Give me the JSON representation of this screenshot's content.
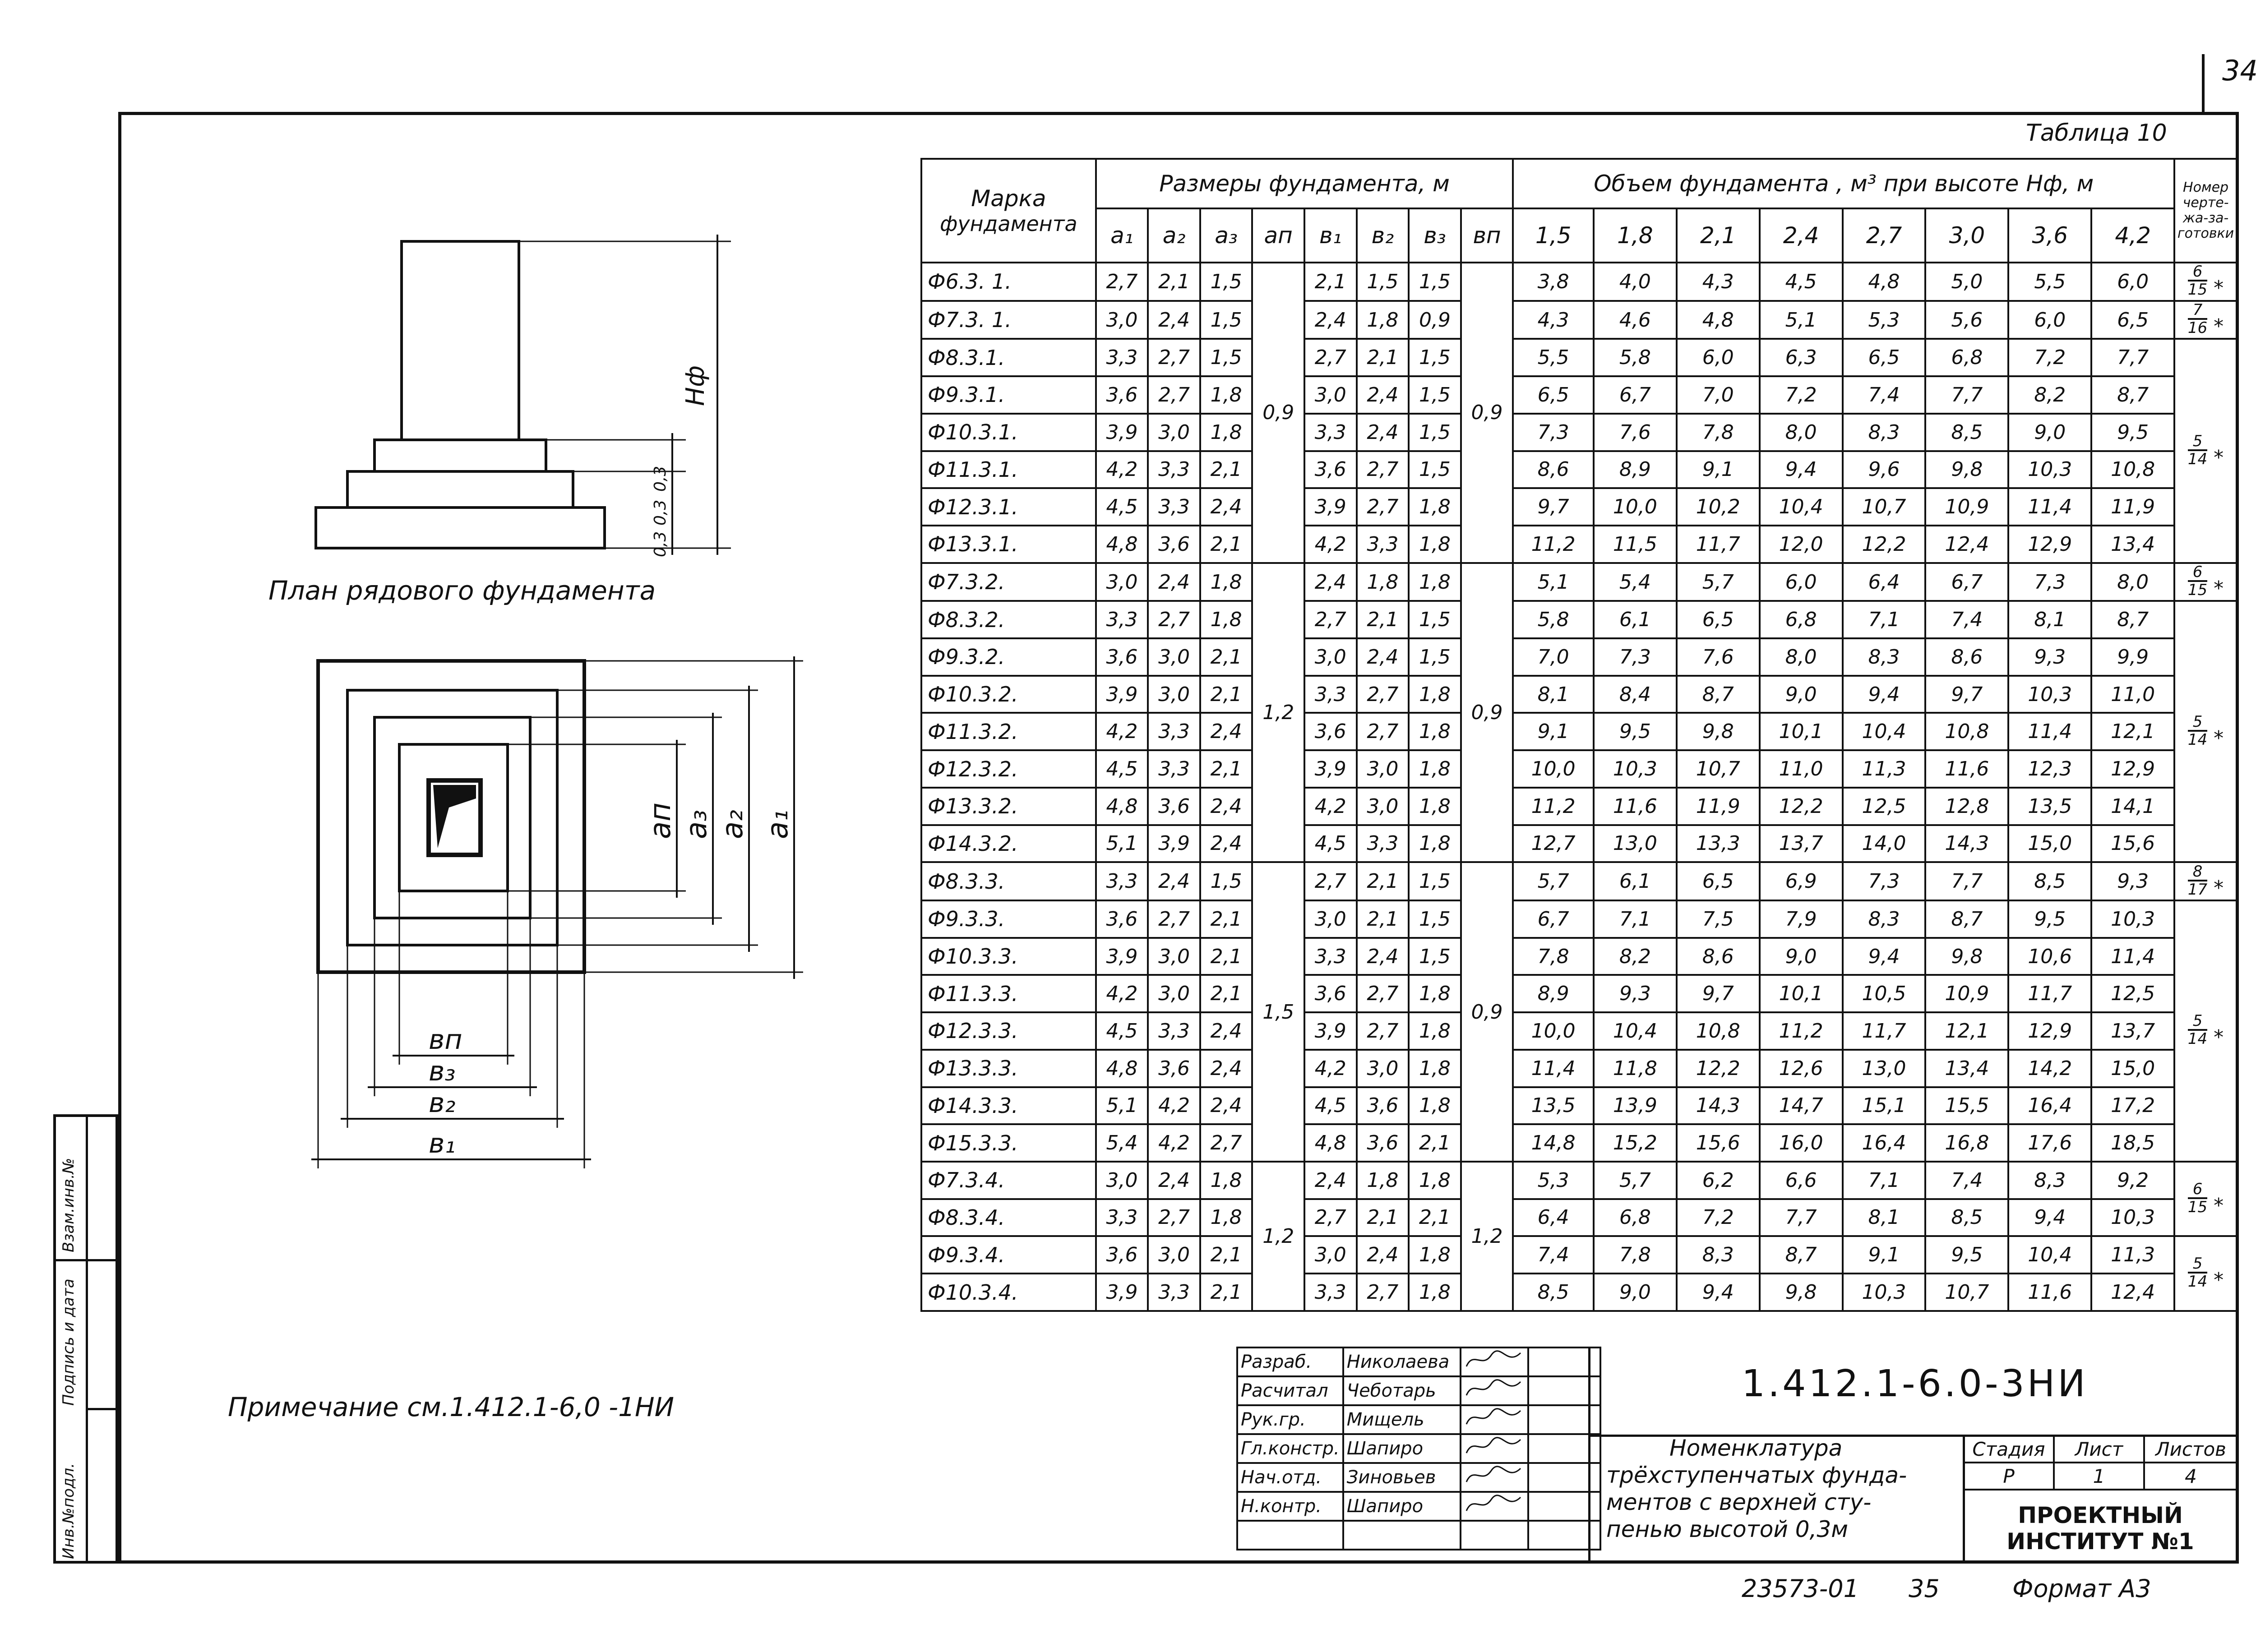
{
  "page_number": "34",
  "table_title": "Таблица  10",
  "headers": {
    "mark_line1": "Марка",
    "mark_line2": "фундамента",
    "dims_group": "Размеры  фундамента, м",
    "volume_group": "Объем   фундамента , м³ при высоте    Нф, м",
    "drawing_no": "Номер черте-жа-за-готовки",
    "dim_cols": [
      "a₁",
      "a₂",
      "a₃",
      "aп",
      "в₁",
      "в₂",
      "в₃",
      "вп"
    ],
    "vol_cols": [
      "1,5",
      "1,8",
      "2,1",
      "2,4",
      "2,7",
      "3,0",
      "3,6",
      "4,2"
    ]
  },
  "rows": [
    {
      "mark": "Ф6.3. 1.",
      "a1": "2,7",
      "a2": "2,1",
      "a3": "1,5",
      "b1": "2,1",
      "b2": "1,5",
      "b3": "1,5",
      "v": [
        "3,8",
        "4,0",
        "4,3",
        "4,5",
        "4,8",
        "5,0",
        "5,5",
        "6,0"
      ]
    },
    {
      "mark": "Ф7.3. 1.",
      "a1": "3,0",
      "a2": "2,4",
      "a3": "1,5",
      "b1": "2,4",
      "b2": "1,8",
      "b3": "0,9",
      "v": [
        "4,3",
        "4,6",
        "4,8",
        "5,1",
        "5,3",
        "5,6",
        "6,0",
        "6,5"
      ]
    },
    {
      "mark": "Ф8.3.1.",
      "a1": "3,3",
      "a2": "2,7",
      "a3": "1,5",
      "b1": "2,7",
      "b2": "2,1",
      "b3": "1,5",
      "v": [
        "5,5",
        "5,8",
        "6,0",
        "6,3",
        "6,5",
        "6,8",
        "7,2",
        "7,7"
      ]
    },
    {
      "mark": "Ф9.3.1.",
      "a1": "3,6",
      "a2": "2,7",
      "a3": "1,8",
      "b1": "3,0",
      "b2": "2,4",
      "b3": "1,5",
      "v": [
        "6,5",
        "6,7",
        "7,0",
        "7,2",
        "7,4",
        "7,7",
        "8,2",
        "8,7"
      ]
    },
    {
      "mark": "Ф10.3.1.",
      "a1": "3,9",
      "a2": "3,0",
      "a3": "1,8",
      "b1": "3,3",
      "b2": "2,4",
      "b3": "1,5",
      "v": [
        "7,3",
        "7,6",
        "7,8",
        "8,0",
        "8,3",
        "8,5",
        "9,0",
        "9,5"
      ]
    },
    {
      "mark": "Ф11.3.1.",
      "a1": "4,2",
      "a2": "3,3",
      "a3": "2,1",
      "b1": "3,6",
      "b2": "2,7",
      "b3": "1,5",
      "v": [
        "8,6",
        "8,9",
        "9,1",
        "9,4",
        "9,6",
        "9,8",
        "10,3",
        "10,8"
      ]
    },
    {
      "mark": "Ф12.3.1.",
      "a1": "4,5",
      "a2": "3,3",
      "a3": "2,4",
      "b1": "3,9",
      "b2": "2,7",
      "b3": "1,8",
      "v": [
        "9,7",
        "10,0",
        "10,2",
        "10,4",
        "10,7",
        "10,9",
        "11,4",
        "11,9"
      ]
    },
    {
      "mark": "Ф13.3.1.",
      "a1": "4,8",
      "a2": "3,6",
      "a3": "2,1",
      "b1": "4,2",
      "b2": "3,3",
      "b3": "1,8",
      "v": [
        "11,2",
        "11,5",
        "11,7",
        "12,0",
        "12,2",
        "12,4",
        "12,9",
        "13,4"
      ]
    },
    {
      "mark": "Ф7.3.2.",
      "a1": "3,0",
      "a2": "2,4",
      "a3": "1,8",
      "b1": "2,4",
      "b2": "1,8",
      "b3": "1,8",
      "v": [
        "5,1",
        "5,4",
        "5,7",
        "6,0",
        "6,4",
        "6,7",
        "7,3",
        "8,0"
      ]
    },
    {
      "mark": "Ф8.3.2.",
      "a1": "3,3",
      "a2": "2,7",
      "a3": "1,8",
      "b1": "2,7",
      "b2": "2,1",
      "b3": "1,5",
      "v": [
        "5,8",
        "6,1",
        "6,5",
        "6,8",
        "7,1",
        "7,4",
        "8,1",
        "8,7"
      ]
    },
    {
      "mark": "Ф9.3.2.",
      "a1": "3,6",
      "a2": "3,0",
      "a3": "2,1",
      "b1": "3,0",
      "b2": "2,4",
      "b3": "1,5",
      "v": [
        "7,0",
        "7,3",
        "7,6",
        "8,0",
        "8,3",
        "8,6",
        "9,3",
        "9,9"
      ]
    },
    {
      "mark": "Ф10.3.2.",
      "a1": "3,9",
      "a2": "3,0",
      "a3": "2,1",
      "b1": "3,3",
      "b2": "2,7",
      "b3": "1,8",
      "v": [
        "8,1",
        "8,4",
        "8,7",
        "9,0",
        "9,4",
        "9,7",
        "10,3",
        "11,0"
      ]
    },
    {
      "mark": "Ф11.3.2.",
      "a1": "4,2",
      "a2": "3,3",
      "a3": "2,4",
      "b1": "3,6",
      "b2": "2,7",
      "b3": "1,8",
      "v": [
        "9,1",
        "9,5",
        "9,8",
        "10,1",
        "10,4",
        "10,8",
        "11,4",
        "12,1"
      ]
    },
    {
      "mark": "Ф12.3.2.",
      "a1": "4,5",
      "a2": "3,3",
      "a3": "2,1",
      "b1": "3,9",
      "b2": "3,0",
      "b3": "1,8",
      "v": [
        "10,0",
        "10,3",
        "10,7",
        "11,0",
        "11,3",
        "11,6",
        "12,3",
        "12,9"
      ]
    },
    {
      "mark": "Ф13.3.2.",
      "a1": "4,8",
      "a2": "3,6",
      "a3": "2,4",
      "b1": "4,2",
      "b2": "3,0",
      "b3": "1,8",
      "v": [
        "11,2",
        "11,6",
        "11,9",
        "12,2",
        "12,5",
        "12,8",
        "13,5",
        "14,1"
      ]
    },
    {
      "mark": "Ф14.3.2.",
      "a1": "5,1",
      "a2": "3,9",
      "a3": "2,4",
      "b1": "4,5",
      "b2": "3,3",
      "b3": "1,8",
      "v": [
        "12,7",
        "13,0",
        "13,3",
        "13,7",
        "14,0",
        "14,3",
        "15,0",
        "15,6"
      ]
    },
    {
      "mark": "Ф8.3.3.",
      "a1": "3,3",
      "a2": "2,4",
      "a3": "1,5",
      "b1": "2,7",
      "b2": "2,1",
      "b3": "1,5",
      "v": [
        "5,7",
        "6,1",
        "6,5",
        "6,9",
        "7,3",
        "7,7",
        "8,5",
        "9,3"
      ]
    },
    {
      "mark": "Ф9.3.3.",
      "a1": "3,6",
      "a2": "2,7",
      "a3": "2,1",
      "b1": "3,0",
      "b2": "2,1",
      "b3": "1,5",
      "v": [
        "6,7",
        "7,1",
        "7,5",
        "7,9",
        "8,3",
        "8,7",
        "9,5",
        "10,3"
      ]
    },
    {
      "mark": "Ф10.3.3.",
      "a1": "3,9",
      "a2": "3,0",
      "a3": "2,1",
      "b1": "3,3",
      "b2": "2,4",
      "b3": "1,5",
      "v": [
        "7,8",
        "8,2",
        "8,6",
        "9,0",
        "9,4",
        "9,8",
        "10,6",
        "11,4"
      ]
    },
    {
      "mark": "Ф11.3.3.",
      "a1": "4,2",
      "a2": "3,0",
      "a3": "2,1",
      "b1": "3,6",
      "b2": "2,7",
      "b3": "1,8",
      "v": [
        "8,9",
        "9,3",
        "9,7",
        "10,1",
        "10,5",
        "10,9",
        "11,7",
        "12,5"
      ]
    },
    {
      "mark": "Ф12.3.3.",
      "a1": "4,5",
      "a2": "3,3",
      "a3": "2,4",
      "b1": "3,9",
      "b2": "2,7",
      "b3": "1,8",
      "v": [
        "10,0",
        "10,4",
        "10,8",
        "11,2",
        "11,7",
        "12,1",
        "12,9",
        "13,7"
      ]
    },
    {
      "mark": "Ф13.3.3.",
      "a1": "4,8",
      "a2": "3,6",
      "a3": "2,4",
      "b1": "4,2",
      "b2": "3,0",
      "b3": "1,8",
      "v": [
        "11,4",
        "11,8",
        "12,2",
        "12,6",
        "13,0",
        "13,4",
        "14,2",
        "15,0"
      ]
    },
    {
      "mark": "Ф14.3.3.",
      "a1": "5,1",
      "a2": "4,2",
      "a3": "2,4",
      "b1": "4,5",
      "b2": "3,6",
      "b3": "1,8",
      "v": [
        "13,5",
        "13,9",
        "14,3",
        "14,7",
        "15,1",
        "15,5",
        "16,4",
        "17,2"
      ]
    },
    {
      "mark": "Ф15.3.3.",
      "a1": "5,4",
      "a2": "4,2",
      "a3": "2,7",
      "b1": "4,8",
      "b2": "3,6",
      "b3": "2,1",
      "v": [
        "14,8",
        "15,2",
        "15,6",
        "16,0",
        "16,4",
        "16,8",
        "17,6",
        "18,5"
      ]
    },
    {
      "mark": "Ф7.3.4.",
      "a1": "3,0",
      "a2": "2,4",
      "a3": "1,8",
      "b1": "2,4",
      "b2": "1,8",
      "b3": "1,8",
      "v": [
        "5,3",
        "5,7",
        "6,2",
        "6,6",
        "7,1",
        "7,4",
        "8,3",
        "9,2"
      ]
    },
    {
      "mark": "Ф8.3.4.",
      "a1": "3,3",
      "a2": "2,7",
      "a3": "1,8",
      "b1": "2,7",
      "b2": "2,1",
      "b3": "2,1",
      "v": [
        "6,4",
        "6,8",
        "7,2",
        "7,7",
        "8,1",
        "8,5",
        "9,4",
        "10,3"
      ]
    },
    {
      "mark": "Ф9.3.4.",
      "a1": "3,6",
      "a2": "3,0",
      "a3": "2,1",
      "b1": "3,0",
      "b2": "2,4",
      "b3": "1,8",
      "v": [
        "7,4",
        "7,8",
        "8,3",
        "8,7",
        "9,1",
        "9,5",
        "10,4",
        "11,3"
      ]
    },
    {
      "mark": "Ф10.3.4.",
      "a1": "3,9",
      "a2": "3,3",
      "a3": "2,1",
      "b1": "3,3",
      "b2": "2,7",
      "b3": "1,8",
      "v": [
        "8,5",
        "9,0",
        "9,4",
        "9,8",
        "10,3",
        "10,7",
        "11,6",
        "12,4"
      ]
    }
  ],
  "groups": [
    {
      "ap": "0,9",
      "bp": "0,9",
      "rows": 8
    },
    {
      "ap": "1,2",
      "bp": "0,9",
      "rows": 8
    },
    {
      "ap": "1,5",
      "bp": "0,9",
      "rows": 8
    },
    {
      "ap": "1,2",
      "bp": "1,2",
      "rows": 4
    }
  ],
  "drawing_numbers": [
    {
      "num": "6",
      "den": "15",
      "rows": 1
    },
    {
      "num": "7",
      "den": "16",
      "rows": 1
    },
    {
      "num": "5",
      "den": "14",
      "rows": 6
    },
    {
      "num": "6",
      "den": "15",
      "rows": 1
    },
    {
      "num": "5",
      "den": "14",
      "rows": 7
    },
    {
      "num": "8",
      "den": "17",
      "rows": 1
    },
    {
      "num": "5",
      "den": "14",
      "rows": 7
    },
    {
      "num": "6",
      "den": "15",
      "rows": 2
    },
    {
      "num": "5",
      "den": "14",
      "rows": 2
    }
  ],
  "drawing": {
    "elevation_caption": "План рядового фундамента",
    "hf_label": "Нф",
    "step_labels": [
      "0,3",
      "0,3",
      "0,3"
    ],
    "plan_labels": [
      "aп",
      "a₃",
      "a₂",
      "a₁"
    ],
    "width_labels": [
      "вп",
      "в₃",
      "в₂",
      "в₁"
    ]
  },
  "note": "Примечание см.1.412.1-6,0 -1НИ",
  "title_block": {
    "roles": [
      "Разраб.",
      "Расчитал",
      "Рук.гр.",
      "Гл.констр.",
      "Нач.отд.",
      "Н.контр."
    ],
    "names": [
      "Николаева",
      "Чеботарь",
      "Мищель",
      "Шапиро",
      "Зиновьев",
      "Шапиро"
    ],
    "doc_code": "1.412.1-6.0-3НИ",
    "doc_name": [
      "Номенклатура",
      "трёхступенчатых фунда-",
      "ментов с верхней сту-",
      "пенью высотой 0,3м"
    ],
    "stage_headers": [
      "Стадия",
      "Лист",
      "Листов"
    ],
    "stage_values": [
      "Р",
      "1",
      "4"
    ],
    "institute": "ПРОЕКТНЫЙ ИНСТИТУТ №1"
  },
  "side_labels": [
    "Взам.инв.№",
    "Подпись и дата",
    "Инв.№подл."
  ],
  "footer": {
    "inventory": "23573-01",
    "sheet": "35",
    "format": "Формат А3"
  }
}
